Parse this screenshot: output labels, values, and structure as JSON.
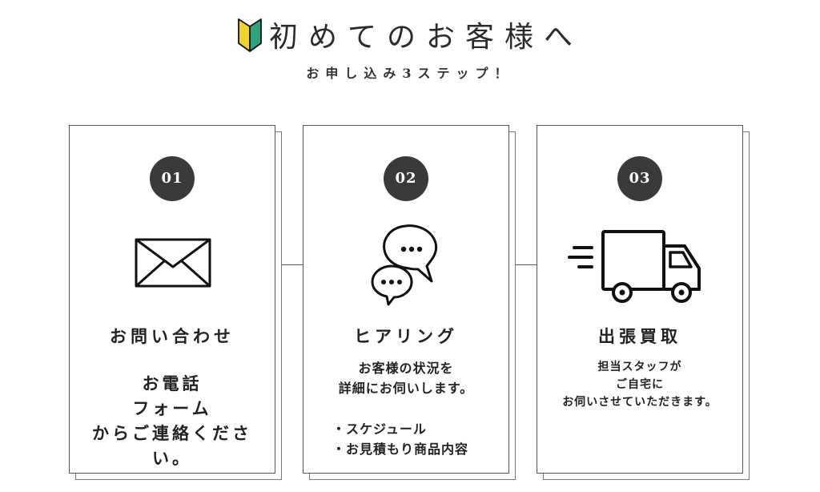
{
  "header": {
    "title": "初めてのお客様へ",
    "subtitle": "お申し込み3ステップ！"
  },
  "steps": [
    {
      "number": "01",
      "icon": "envelope-icon",
      "heading": "お問い合わせ",
      "description": [
        "お電話",
        "フォーム",
        "からご連絡くださ",
        "い。"
      ],
      "bullets": []
    },
    {
      "number": "02",
      "icon": "speech-bubbles-icon",
      "heading": "ヒアリング",
      "description": [
        "お客様の状況を",
        "詳細にお伺いします。"
      ],
      "bullets": [
        "・スケジュール",
        "・お見積もり商品内容"
      ]
    },
    {
      "number": "03",
      "icon": "delivery-truck-icon",
      "heading": "出張買取",
      "description": [
        "担当スタッフが",
        "ご自宅に",
        "お伺いさせていただきます。"
      ],
      "bullets": []
    }
  ],
  "colors": {
    "badge": "#3a3a3a",
    "border": "#555555",
    "beginner_mark_yellow": "#f2d22e",
    "beginner_mark_green": "#2fa37a"
  }
}
